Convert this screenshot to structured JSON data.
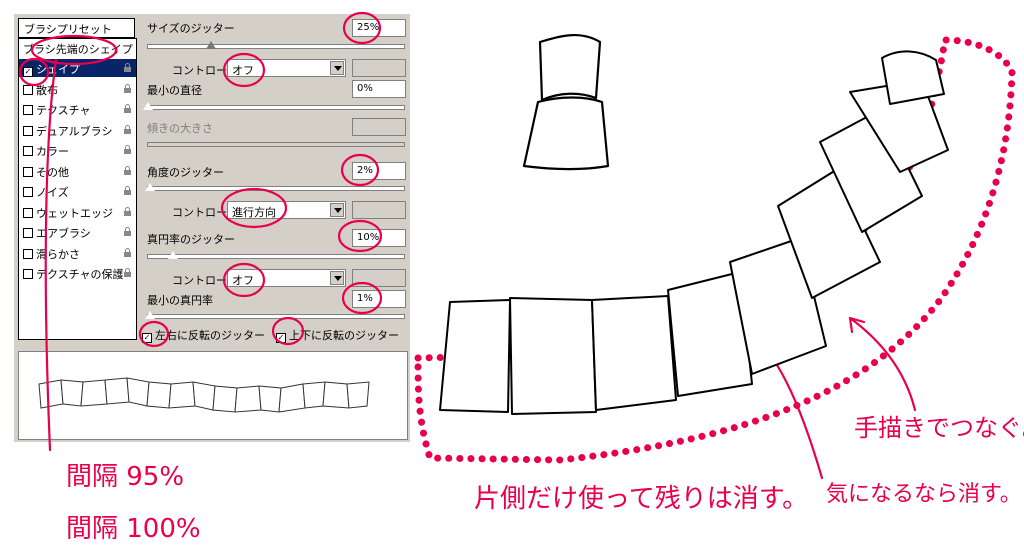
{
  "brush_list": {
    "preset_header": "ブラシプリセット",
    "tip_shape": "ブラシ先端のシェイプ",
    "items": [
      {
        "label": "シェイプ",
        "checked": true,
        "selected": true
      },
      {
        "label": "散布",
        "checked": false
      },
      {
        "label": "テクスチャ",
        "checked": false
      },
      {
        "label": "デュアルブラシ",
        "checked": false
      },
      {
        "label": "カラー",
        "checked": false
      },
      {
        "label": "その他",
        "checked": false
      },
      {
        "label": "ノイズ",
        "checked": false
      },
      {
        "label": "ウェットエッジ",
        "checked": false
      },
      {
        "label": "エアブラシ",
        "checked": false
      },
      {
        "label": "滑らかさ",
        "checked": false
      },
      {
        "label": "テクスチャの保護",
        "checked": false
      }
    ]
  },
  "controls": {
    "size_jitter_label": "サイズのジッター",
    "size_jitter_value": "25%",
    "size_jitter_slider": 0.25,
    "control_label": "コントロール :",
    "size_control": "オフ",
    "min_diameter_label": "最小の直径",
    "min_diameter_value": "0%",
    "tilt_scale_label": "傾きの大きさ",
    "angle_jitter_label": "角度のジッター",
    "angle_jitter_value": "2%",
    "angle_control": "進行方向",
    "roundness_jitter_label": "真円率のジッター",
    "roundness_jitter_value": "10%",
    "roundness_control": "オフ",
    "min_roundness_label": "最小の真円率",
    "min_roundness_value": "1%",
    "flip_x_label": "左右に反転のジッター",
    "flip_y_label": "上下に反転のジッター",
    "flip_x_checked": true,
    "flip_y_checked": true
  },
  "annotations": {
    "spacing_95": "間隔 95%",
    "spacing_100": "間隔 100%",
    "one_side": "片側だけ使って残りは消す。",
    "erase_if": "気になるなら消す。",
    "connect_by_hand": "手描きでつなぐ。"
  },
  "colors": {
    "accent": "#e8004c",
    "panel": "#d4d0c8",
    "selection": "#0a246a"
  }
}
